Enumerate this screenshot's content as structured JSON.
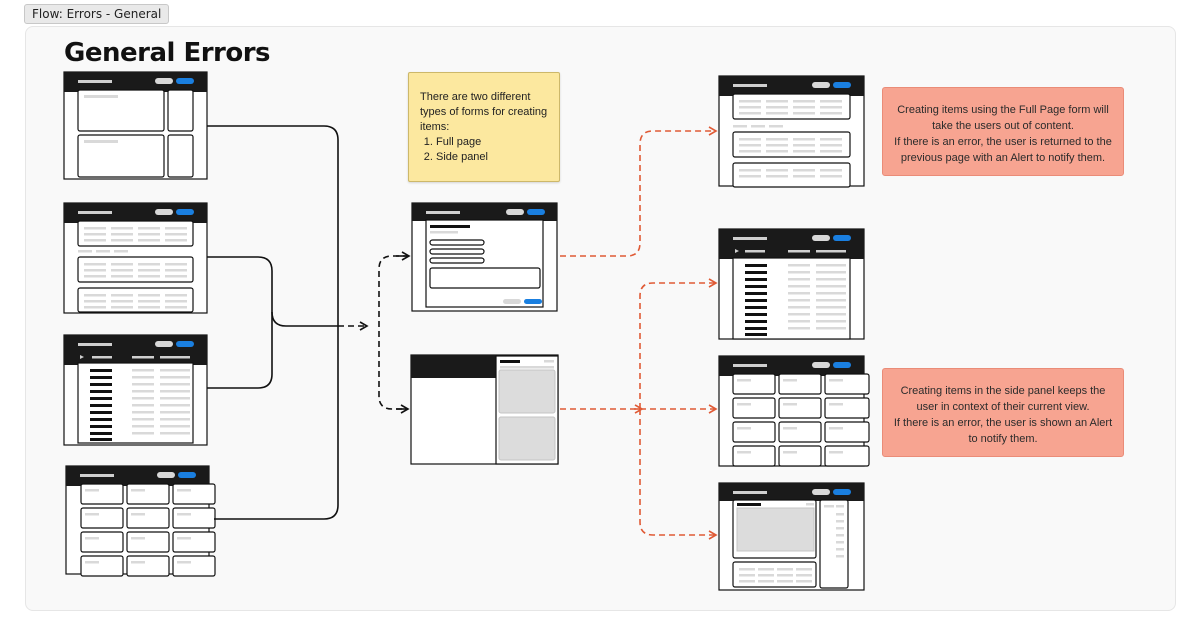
{
  "frame": {
    "label": "Flow: Errors - General"
  },
  "page_title": "General Errors",
  "sticky_note": {
    "intro": "There are two different types of forms for creating items:",
    "items": [
      "Full page",
      "Side panel"
    ]
  },
  "notes": {
    "full_page": {
      "line1": "Creating items using the Full Page form will take the users out of content.",
      "line2": "If there is an error, the user is returned to the previous page with an Alert to notify them."
    },
    "side_panel": {
      "line1": "Creating items in the side panel keeps the user in context of their current view.",
      "line2": "If there is an error, the user is shown an Alert to notify them."
    }
  },
  "colors": {
    "canvas": "#f9f9f9",
    "wireframe_header": "#1a1a1a",
    "primary_button": "#1a7fe0",
    "secondary_button": "#d8d8d8",
    "placeholder_line": "#d9d9d9",
    "flow_connector": "#111111",
    "error_connector": "#e05a35",
    "sticky": "#fce89f",
    "note": "#f7a491"
  },
  "connectors": {
    "source_to_forms": "dashed-black",
    "forms_to_outcomes": "dashed-red"
  }
}
